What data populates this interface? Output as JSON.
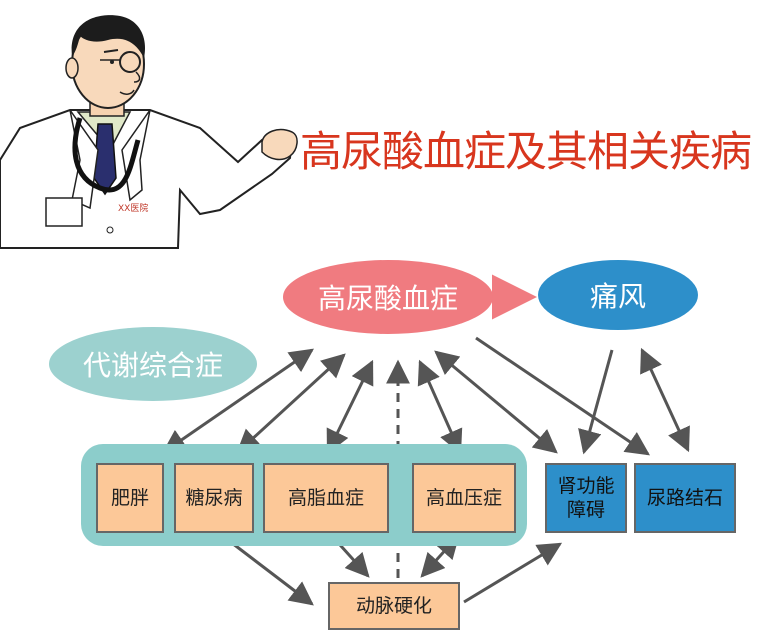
{
  "title": "高尿酸血症及其相关疾病",
  "doctor": {
    "badge_text": "XX医院"
  },
  "nodes": {
    "main": "高尿酸血症",
    "gout": "痛风",
    "metabolic": "代谢综合症",
    "obesity": "肥胖",
    "diabetes": "糖尿病",
    "hyperlipidemia": "高脂血症",
    "hypertension": "高血压症",
    "renal_line1": "肾功能",
    "renal_line2": "障碍",
    "urolithiasis": "尿路结石",
    "atherosclerosis": "动脉硬化"
  },
  "colors": {
    "title": "#d8361e",
    "main_ellipse": "#f07b80",
    "gout_ellipse": "#2d8fca",
    "metabolic_ellipse": "#9cd1cf",
    "group_background": "#8ccdcb",
    "orange_box": "#fcc898",
    "blue_box": "#2d8fca",
    "arrow": "#555555"
  }
}
